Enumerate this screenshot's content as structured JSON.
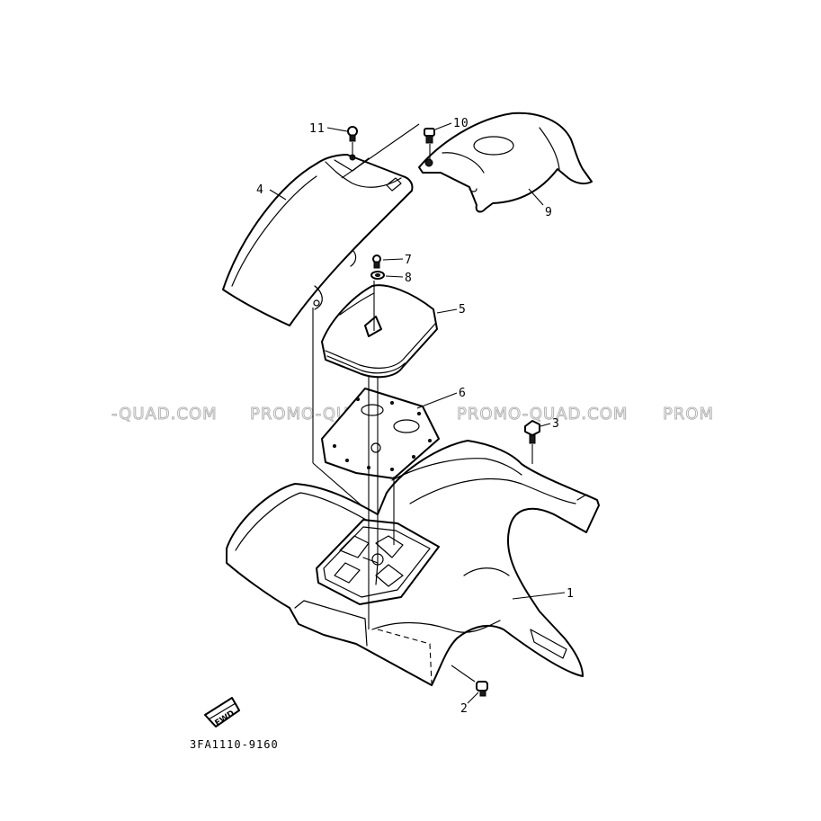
{
  "callouts": {
    "c1": "1",
    "c2": "2",
    "c3": "3",
    "c4": "4",
    "c5": "5",
    "c6": "6",
    "c7": "7",
    "c8": "8",
    "c9": "9",
    "c10": "10",
    "c11": "11"
  },
  "watermarks": {
    "left": "-QUAD.COM",
    "center_left": "PROMO-QUAD.COM",
    "center_right": "PROMO-QUAD.COM",
    "right": "PROM"
  },
  "direction_label": "FWD",
  "diagram_code": "3FA1110-9160"
}
